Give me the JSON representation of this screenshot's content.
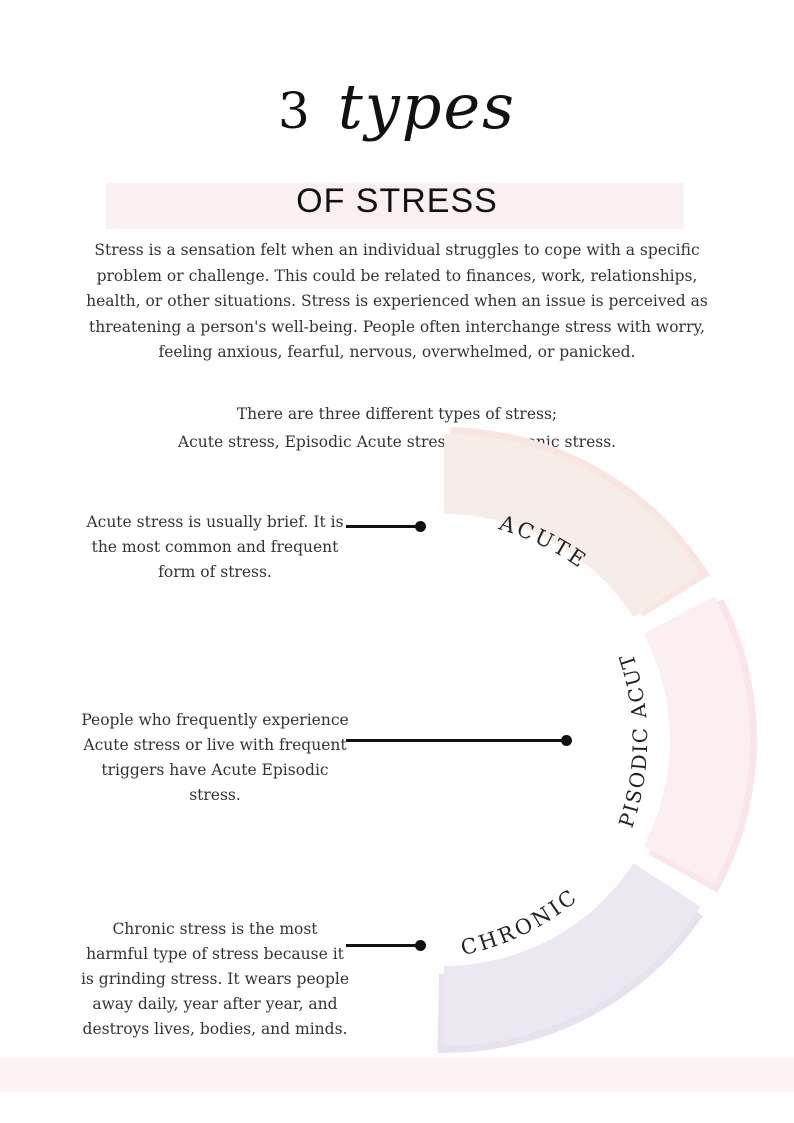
{
  "header": {
    "title_number": "3",
    "title_word": "types",
    "subtitle": "OF STRESS"
  },
  "intro": {
    "paragraph": "Stress is a sensation felt when an individual struggles to cope with a specific problem or challenge. This could be related to finances, work, relationships, health, or other situations. Stress is experienced when an issue is perceived as threatening a person's well-being. People often interchange stress with worry, feeling anxious, fearful, nervous, overwhelmed, or panicked.",
    "types_line1": "There are three different types of stress;",
    "types_line2": "Acute stress, Episodic Acute stress, and Chronic stress."
  },
  "segments": [
    {
      "label": "ACUTE",
      "description": "Acute stress is usually brief. It is the most common and frequent form of stress.",
      "color": "#f6ece8"
    },
    {
      "label": "EPISODIC ACUTE",
      "description": "People who frequently experience Acute stress or live with frequent triggers have Acute Episodic stress.",
      "color": "#fbeff1"
    },
    {
      "label": "CHRONIC",
      "description": "Chronic stress is the most harmful type of stress because it is grinding stress. It wears people away daily, year after year, and destroys lives, bodies, and minds.",
      "color": "#ece7f1"
    }
  ]
}
